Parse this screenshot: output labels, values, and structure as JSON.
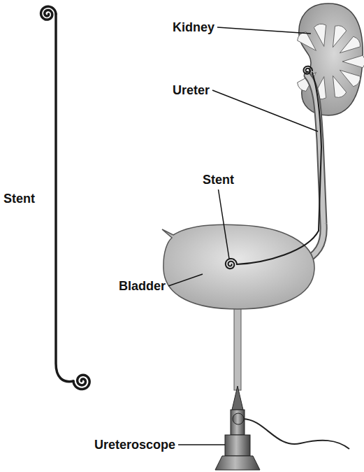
{
  "diagram": {
    "labels": [
      "Kidney",
      "Ureter",
      "Stent",
      "Stent",
      "Bladder",
      "Ureteroscope"
    ]
  }
}
